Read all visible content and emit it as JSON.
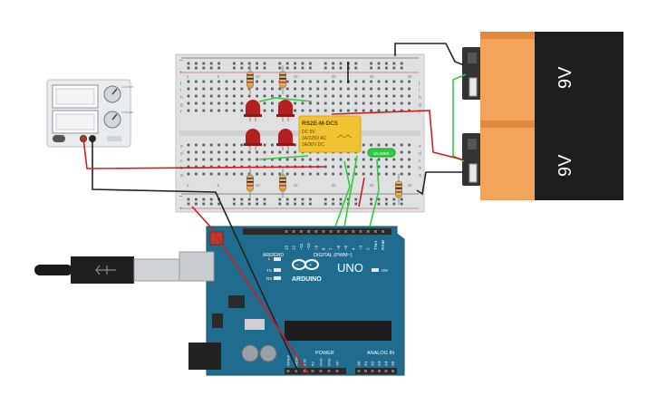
{
  "batteries": [
    {
      "voltage": "9V"
    },
    {
      "voltage": "9V"
    }
  ],
  "relay": {
    "model": "RS2E-M-DC5",
    "line1": "DC 5V",
    "line2": "1A/125V AC",
    "line3": "2A/30V DC"
  },
  "diode": {
    "label": "1N 2000"
  },
  "arduino": {
    "brand": "ARDUINO",
    "model": "UNO",
    "on_label": "ON",
    "tx_label": "TX",
    "rx_label": "RX",
    "l_label": "L",
    "digital_label": "DIGITAL (PWM~)",
    "power_label": "POWER",
    "analog_label": "ANALOG IN",
    "aref_label": "AREF",
    "gnd_label": "GND",
    "digital_pins": [
      "13",
      "12",
      "~11",
      "~10",
      "~9",
      "8",
      "7",
      "~6",
      "~5",
      "4",
      "~3",
      "2",
      "TX▸1",
      "RX◂0"
    ],
    "power_pins": [
      "IOREF",
      "RESET",
      "3.3V",
      "5V",
      "GND",
      "GND",
      "Vin"
    ],
    "analog_pins": [
      "A0",
      "A1",
      "A2",
      "A3",
      "A4",
      "A5"
    ]
  },
  "breadboard": {
    "row_letters_top": [
      "j",
      "i",
      "h",
      "g",
      "f"
    ],
    "row_letters_bottom": [
      "e",
      "d",
      "c",
      "b",
      "a"
    ],
    "col_numbers": [
      "1",
      "5",
      "10",
      "15",
      "20",
      "25",
      "30"
    ]
  },
  "power_supply": {
    "labels": [
      "Current",
      "Voltage"
    ]
  }
}
